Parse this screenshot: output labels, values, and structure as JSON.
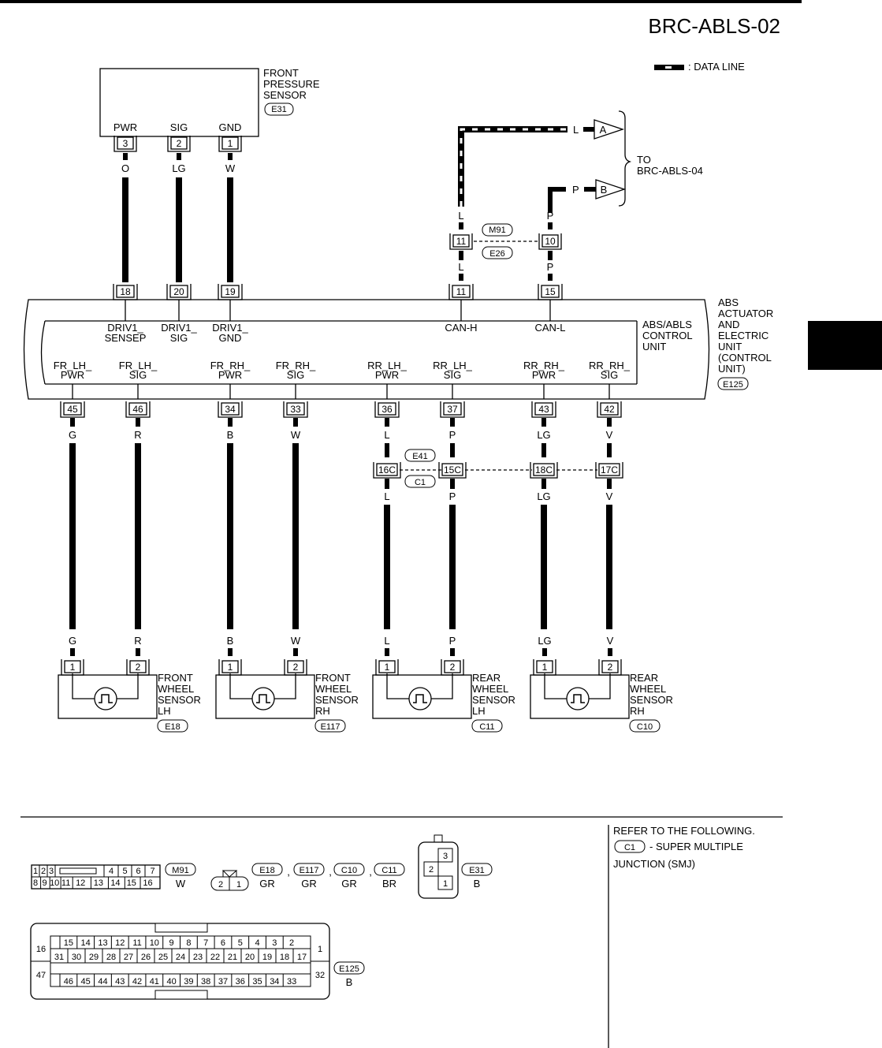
{
  "page": {
    "code": "BRC-ABLS-02"
  },
  "legend": {
    "data_line": ": DATA LINE"
  },
  "front_pressure_sensor": {
    "title": [
      "FRONT",
      "PRESSURE",
      "SENSOR"
    ],
    "connector": "E31",
    "pins": [
      {
        "label": "PWR",
        "num": "3",
        "wire": "O"
      },
      {
        "label": "SIG",
        "num": "2",
        "wire": "LG"
      },
      {
        "label": "GND",
        "num": "1",
        "wire": "W"
      }
    ]
  },
  "to_ref": {
    "lines": [
      "TO",
      "BRC-ABLS-04"
    ],
    "a": "A",
    "b": "B",
    "l": "L",
    "p": "P"
  },
  "joint": {
    "connectors": [
      "M91",
      "E26"
    ],
    "pins": [
      "11",
      "10"
    ],
    "wires_top": [
      "L",
      "P"
    ],
    "wires_bottom": [
      "L",
      "P"
    ]
  },
  "abs_unit": {
    "title": [
      "ABS",
      "ACTUATOR",
      "AND",
      "ELECTRIC",
      "UNIT",
      "(CONTROL",
      "UNIT)"
    ],
    "connector": "E125",
    "control_unit": [
      "ABS/ABLS",
      "CONTROL",
      "UNIT"
    ],
    "top_pins": [
      {
        "num": "18",
        "label": [
          "DRIV1_",
          "SENSEP"
        ]
      },
      {
        "num": "20",
        "label": [
          "DRIV1_",
          "SIG"
        ]
      },
      {
        "num": "19",
        "label": [
          "DRIV1_",
          "GND"
        ]
      },
      {
        "num": "11",
        "label": [
          "CAN-H"
        ]
      },
      {
        "num": "15",
        "label": [
          "CAN-L"
        ]
      }
    ],
    "bottom_pins": [
      {
        "num": "45",
        "label": [
          "FR_LH_",
          "PWR"
        ],
        "wire": "G"
      },
      {
        "num": "46",
        "label": [
          "FR_LH_",
          "SIG"
        ],
        "wire": "R"
      },
      {
        "num": "34",
        "label": [
          "FR_RH_",
          "PWR"
        ],
        "wire": "B"
      },
      {
        "num": "33",
        "label": [
          "FR_RH_",
          "SIG"
        ],
        "wire": "W"
      },
      {
        "num": "36",
        "label": [
          "RR_LH_",
          "PWR"
        ],
        "wire": "L"
      },
      {
        "num": "37",
        "label": [
          "RR_LH_",
          "SIG"
        ],
        "wire": "P"
      },
      {
        "num": "43",
        "label": [
          "RR_RH_",
          "PWR"
        ],
        "wire": "LG"
      },
      {
        "num": "42",
        "label": [
          "RR_RH_",
          "SIG"
        ],
        "wire": "V"
      }
    ]
  },
  "junction": {
    "connectors": [
      "E41",
      "C1"
    ],
    "pins": [
      "16C",
      "15C",
      "18C",
      "17C"
    ],
    "wires": [
      "L",
      "P",
      "LG",
      "V"
    ]
  },
  "wheel_sensors": [
    {
      "title": [
        "FRONT",
        "WHEEL",
        "SENSOR",
        "LH"
      ],
      "connector": "E18",
      "wires": [
        "G",
        "R"
      ],
      "pins": [
        "1",
        "2"
      ]
    },
    {
      "title": [
        "FRONT",
        "WHEEL",
        "SENSOR",
        "RH"
      ],
      "connector": "E117",
      "wires": [
        "B",
        "W"
      ],
      "pins": [
        "1",
        "2"
      ]
    },
    {
      "title": [
        "REAR",
        "WHEEL",
        "SENSOR",
        "LH"
      ],
      "connector": "C11",
      "wires": [
        "L",
        "P"
      ],
      "pins": [
        "1",
        "2"
      ]
    },
    {
      "title": [
        "REAR",
        "WHEEL",
        "SENSOR",
        "RH"
      ],
      "connector": "C10",
      "wires": [
        "LG",
        "V"
      ],
      "pins": [
        "1",
        "2"
      ]
    }
  ],
  "connector_views": {
    "m91": {
      "name": "M91",
      "color": "W",
      "row1": [
        "1",
        "2",
        "3",
        "",
        "4",
        "5",
        "6",
        "7"
      ],
      "row2": [
        "8",
        "9",
        "10",
        "11",
        "12",
        "13",
        "14",
        "15",
        "16"
      ]
    },
    "two_pin": {
      "names": [
        "E18",
        "E117",
        "C10",
        "C11"
      ],
      "colors": [
        "GR",
        "GR",
        "GR",
        "BR"
      ],
      "pins": [
        "2",
        "1"
      ],
      "sep": ","
    },
    "e31": {
      "name": "E31",
      "color": "B",
      "pins": [
        "3",
        "2",
        "1"
      ]
    },
    "e125": {
      "name": "E125",
      "color": "B",
      "row1": [
        "15",
        "14",
        "13",
        "12",
        "11",
        "10",
        "9",
        "8",
        "7",
        "6",
        "5",
        "4",
        "3",
        "2"
      ],
      "row2": [
        "31",
        "30",
        "29",
        "28",
        "27",
        "26",
        "25",
        "24",
        "23",
        "22",
        "21",
        "20",
        "19",
        "18",
        "17"
      ],
      "row3": [
        "46",
        "45",
        "44",
        "43",
        "42",
        "41",
        "40",
        "39",
        "38",
        "37",
        "36",
        "35",
        "34",
        "33"
      ],
      "side": [
        "16",
        "47",
        "1",
        "32"
      ]
    }
  },
  "note": {
    "line1": "REFER TO THE FOLLOWING.",
    "c1": "C1",
    "line2": "- SUPER MULTIPLE",
    "line3": "JUNCTION (SMJ)"
  }
}
